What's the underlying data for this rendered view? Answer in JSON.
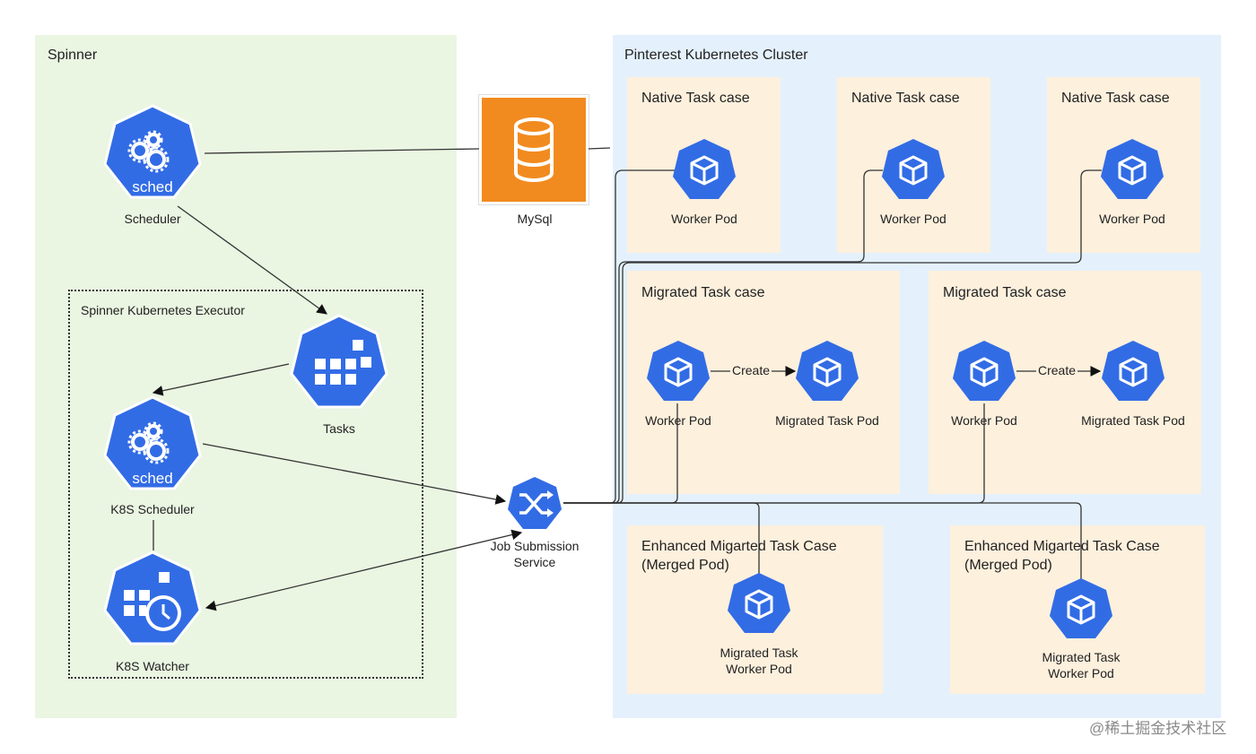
{
  "spinner": {
    "title": "Spinner",
    "executor_title": "Spinner Kubernetes Executor",
    "scheduler_label": "Scheduler",
    "scheduler_icon_text": "sched",
    "tasks_label": "Tasks",
    "k8s_scheduler_label": "K8S Scheduler",
    "k8s_scheduler_icon_text": "sched",
    "k8s_watcher_label": "K8S Watcher"
  },
  "mysql": {
    "label": "MySql"
  },
  "job_submission": {
    "label_line1": "Job Submission",
    "label_line2": "Service"
  },
  "cluster": {
    "title": "Pinterest Kubernetes Cluster",
    "native_cases": [
      {
        "title": "Native Task case",
        "pod_label": "Worker Pod"
      },
      {
        "title": "Native Task case",
        "pod_label": "Worker Pod"
      },
      {
        "title": "Native Task case",
        "pod_label": "Worker Pod"
      }
    ],
    "migrated_cases": [
      {
        "title": "Migrated Task case",
        "worker_label": "Worker Pod",
        "edge_label": "Create",
        "migrated_label": "Migrated Task Pod"
      },
      {
        "title": "Migrated Task case",
        "worker_label": "Worker Pod",
        "edge_label": "Create",
        "migrated_label": "Migrated Task Pod"
      }
    ],
    "enhanced_cases": [
      {
        "title_line1": "Enhanced Migarted Task Case",
        "title_line2": "(Merged Pod)",
        "pod_line1": "Migrated Task",
        "pod_line2": "Worker Pod"
      },
      {
        "title_line1": "Enhanced Migarted Task Case",
        "title_line2": "(Merged Pod)",
        "pod_line1": "Migrated Task",
        "pod_line2": "Worker Pod"
      }
    ]
  },
  "watermark": "@稀土掘金技术社区",
  "colors": {
    "k8s_blue": "#326ce5",
    "mysql_orange": "#f28b1f",
    "spinner_bg": "#eaf5e2",
    "cluster_bg": "#e4f1fc",
    "case_bg": "#fdf0dd"
  }
}
